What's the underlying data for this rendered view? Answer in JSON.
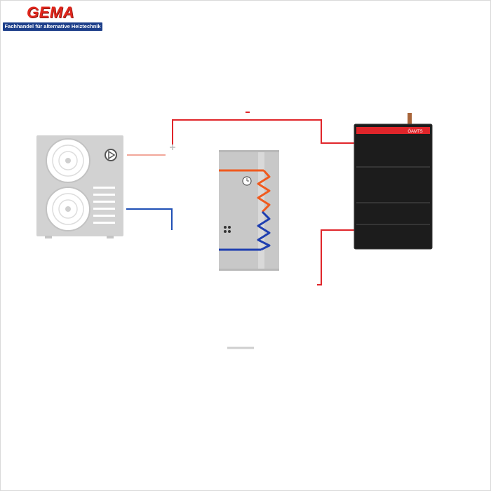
{
  "logo": {
    "wordmark": "GEMA",
    "tagline": "Fachhandel für alternative Heiztechnik",
    "brand_color": "#e2271d",
    "bar_color": "#1d3f8a"
  },
  "components": {
    "heat_pump": {
      "icon": "heat-pump-outdoor-unit-icon",
      "color": "#d2d2d2"
    },
    "storage_tank": {
      "icon": "hot-water-storage-tank-icon",
      "color": "#c8c8c8"
    },
    "boiler": {
      "icon": "boiler-icon",
      "label": "ÖAMTS",
      "body_color": "#1c1c1c",
      "stripe_color": "#e0252a"
    }
  },
  "pipes": {
    "hot_color": "#e0252a",
    "cold_color": "#1f4fb5",
    "coil_hot_color": "#f05a1e",
    "coil_cold_color": "#1f3fb0"
  }
}
